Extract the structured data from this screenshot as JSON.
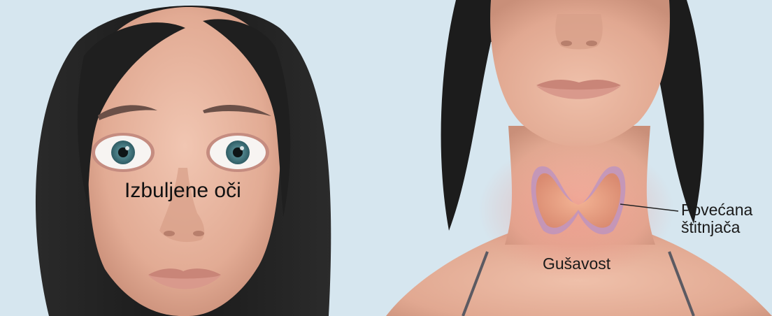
{
  "labels": {
    "protruding_eyes": "Izbuljene oči",
    "goiter": "Gušavost",
    "enlarged_thyroid_line1": "Povećana",
    "enlarged_thyroid_line2": "štitnjača"
  },
  "colors": {
    "background": "#d6e6ef",
    "skin": "#e7b49e",
    "hair": "#1e1e1e",
    "thyroid": "#e8a386",
    "thyroid_halo": "#b590c8",
    "iris": "#3e6f78"
  }
}
